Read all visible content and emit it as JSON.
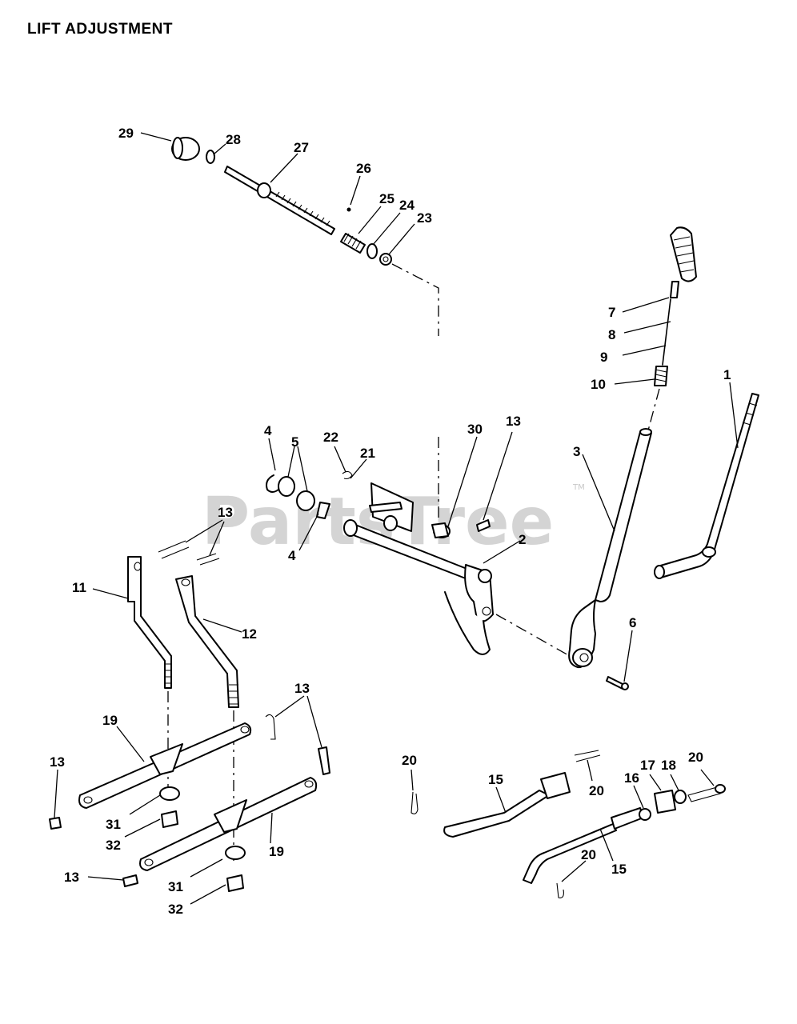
{
  "title": "LIFT ADJUSTMENT",
  "watermark": {
    "text": "PartsTree",
    "mark": "TM"
  },
  "callouts": {
    "c1": "1",
    "c2": "2",
    "c3": "3",
    "c4a": "4",
    "c4b": "4",
    "c5": "5",
    "c6": "6",
    "c7": "7",
    "c8": "8",
    "c9": "9",
    "c10": "10",
    "c11": "11",
    "c12": "12",
    "c13a": "13",
    "c13b": "13",
    "c13c": "13",
    "c13d": "13",
    "c13e": "13",
    "c15a": "15",
    "c15b": "15",
    "c16": "16",
    "c17": "17",
    "c18": "18",
    "c19a": "19",
    "c19b": "19",
    "c20a": "20",
    "c20b": "20",
    "c20c": "20",
    "c20d": "20",
    "c21": "21",
    "c22": "22",
    "c23": "23",
    "c24": "24",
    "c25": "25",
    "c26": "26",
    "c27": "27",
    "c28": "28",
    "c29": "29",
    "c30": "30",
    "c31a": "31",
    "c31b": "31",
    "c32a": "32",
    "c32b": "32"
  }
}
